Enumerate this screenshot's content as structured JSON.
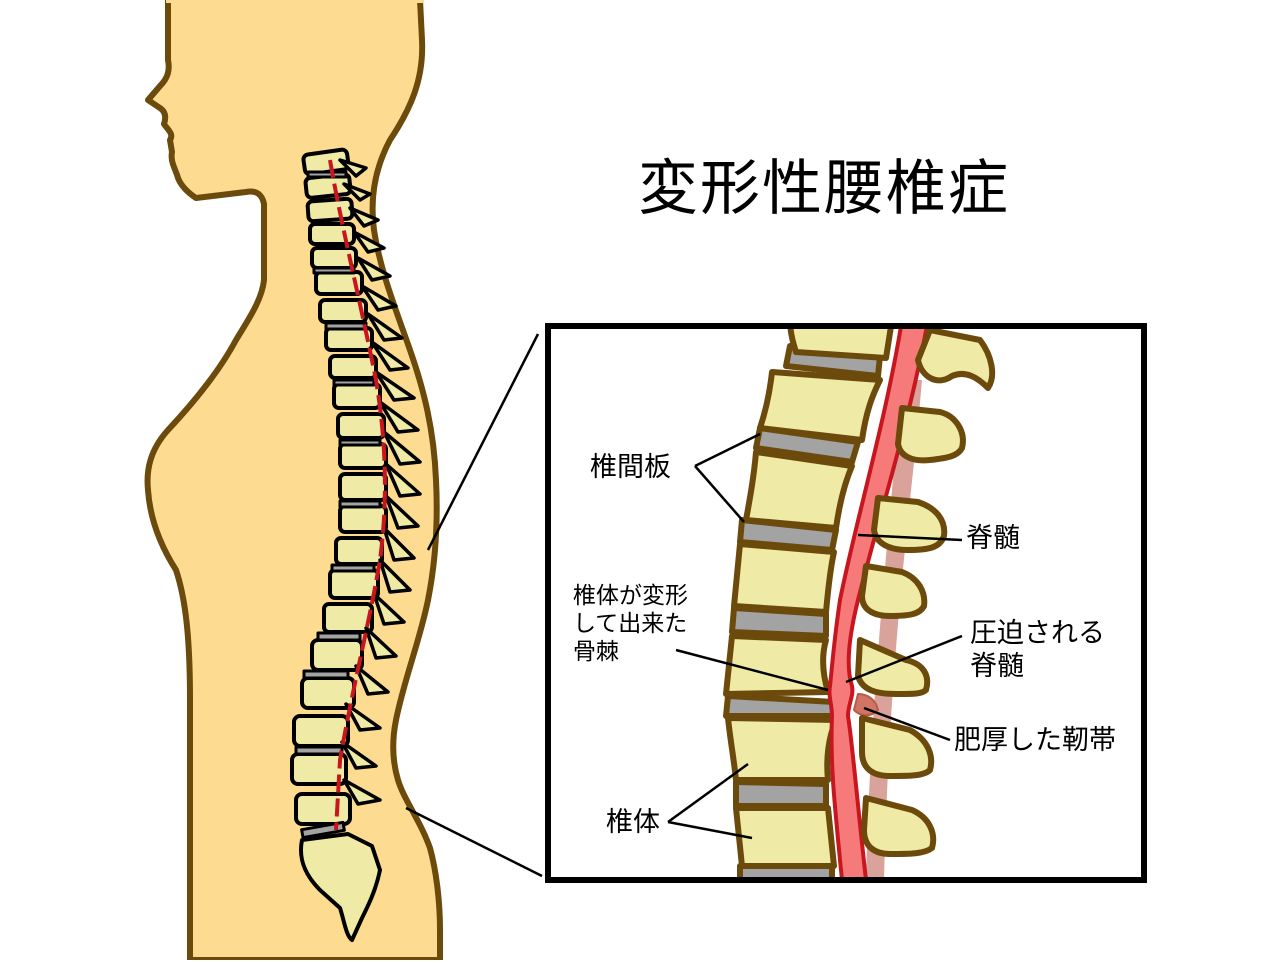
{
  "title": "変形性腰椎症",
  "colors": {
    "skin": "#FDDC91",
    "outline_brown": "#6B4A0C",
    "bone": "#EFEAA6",
    "disc": "#A3A3A3",
    "spinal_cord": "#F77A7A",
    "spinal_cord_edge": "#C8161E",
    "ligament": "#D9A29B",
    "frame": "#000000"
  },
  "labels": {
    "intervertebral_disc": "椎間板",
    "spinal_cord": "脊髄",
    "osteophyte": [
      "椎体が変形",
      "して出来た",
      "骨棘"
    ],
    "compressed_cord": [
      "圧迫される",
      "脊髄"
    ],
    "thickened_ligament": "肥厚した靭帯",
    "vertebral_body": "椎体"
  }
}
